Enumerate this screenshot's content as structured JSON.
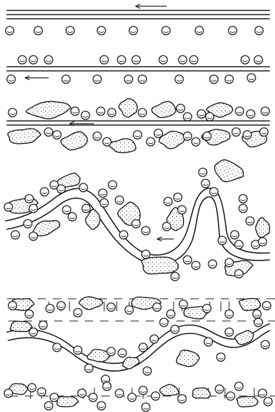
{
  "figure": {
    "panels": [
      {
        "id": "panel-1",
        "channel": "straight-thin",
        "flow_direction": "left"
      },
      {
        "id": "panel-2",
        "channel": "straight-thin",
        "flow_direction": "left"
      },
      {
        "id": "panel-3",
        "channel": "straight-thin",
        "flow_direction": "left"
      },
      {
        "id": "panel-4",
        "channel": "meandering",
        "flow_direction": "left"
      },
      {
        "id": "panel-5",
        "channel": "sinuous",
        "flow_direction": "none"
      }
    ],
    "colors": {
      "ink": "#1a1a1a",
      "paper": "#ffffff"
    }
  }
}
